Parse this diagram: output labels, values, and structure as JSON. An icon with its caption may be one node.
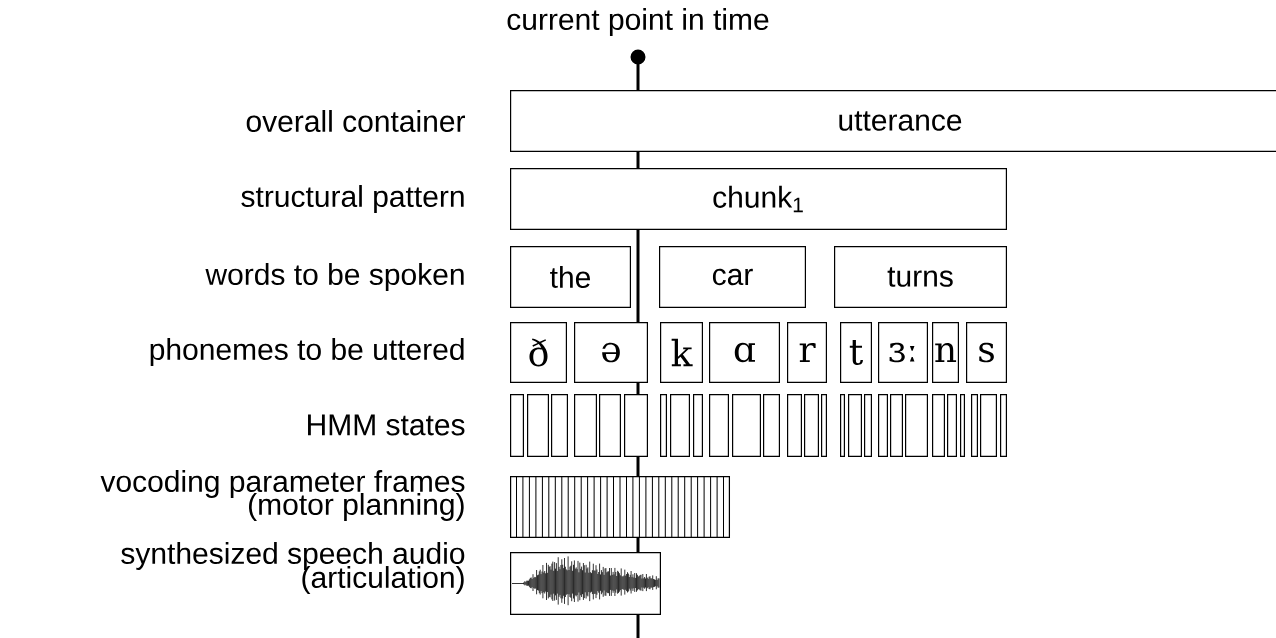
{
  "diagram": {
    "nodes": [
      {
        "text": [
          "utterance"
        ]
      },
      {
        "text": [
          "chunk$_{1}$"
        ]
      },
      {
        "text": [
          "the"
        ]
      },
      {
        "text": [
          "car"
        ]
      },
      {
        "text": [
          "turns"
        ]
      },
      {
        "text": [
          "ð"
        ]
      },
      {
        "text": [
          "ə"
        ]
      },
      {
        "text": [
          "k"
        ]
      },
      {
        "text": [
          "ɑ"
        ]
      },
      {
        "text": [
          "r"
        ]
      },
      {
        "text": [
          "t"
        ]
      },
      {
        "text": [
          "ɜː"
        ]
      },
      {
        "text": [
          "n"
        ]
      },
      {
        "text": [
          "s"
        ]
      },
      {
        "text": [],
        "shape": "box"
      },
      {
        "text": [],
        "shape": "box"
      },
      {
        "text": [],
        "shape": "box"
      },
      {
        "text": [],
        "shape": "box"
      },
      {
        "text": [],
        "shape": "box"
      },
      {
        "text": [],
        "shape": "box"
      },
      {
        "text": [],
        "shape": "box"
      },
      {
        "text": [],
        "shape": "box"
      },
      {
        "text": [],
        "shape": "box"
      },
      {
        "text": [],
        "shape": "box"
      },
      {
        "text": [],
        "shape": "box"
      },
      {
        "text": [],
        "shape": "box"
      },
      {
        "text": [],
        "shape": "box"
      },
      {
        "text": [],
        "shape": "box"
      },
      {
        "text": [],
        "shape": "box"
      },
      {
        "text": [],
        "shape": "box"
      },
      {
        "text": [],
        "shape": "box"
      },
      {
        "text": [],
        "shape": "box"
      },
      {
        "text": [],
        "shape": "box"
      },
      {
        "text": [],
        "shape": "box"
      },
      {
        "text": [],
        "shape": "box"
      },
      {
        "text": [],
        "shape": "box"
      },
      {
        "text": [],
        "shape": "box"
      },
      {
        "text": [],
        "shape": "box"
      },
      {
        "text": [],
        "shape": "box"
      },
      {
        "text": [],
        "shape": "box"
      },
      {
        "text": [],
        "shape": "box"
      },
      {
        "text": [],
        "shape": "bar"
      },
      {
        "text": [],
        "shape": "picture"
      }
    ],
    "labels": [
      "current point in time",
      "overall container",
      "structural pattern",
      "words to be spoken",
      "phonemes to be uttered",
      "HMM states",
      "vocoding parameter frames",
      "(motor planning)",
      "synthesized speech audio",
      "(articulation)"
    ]
  }
}
